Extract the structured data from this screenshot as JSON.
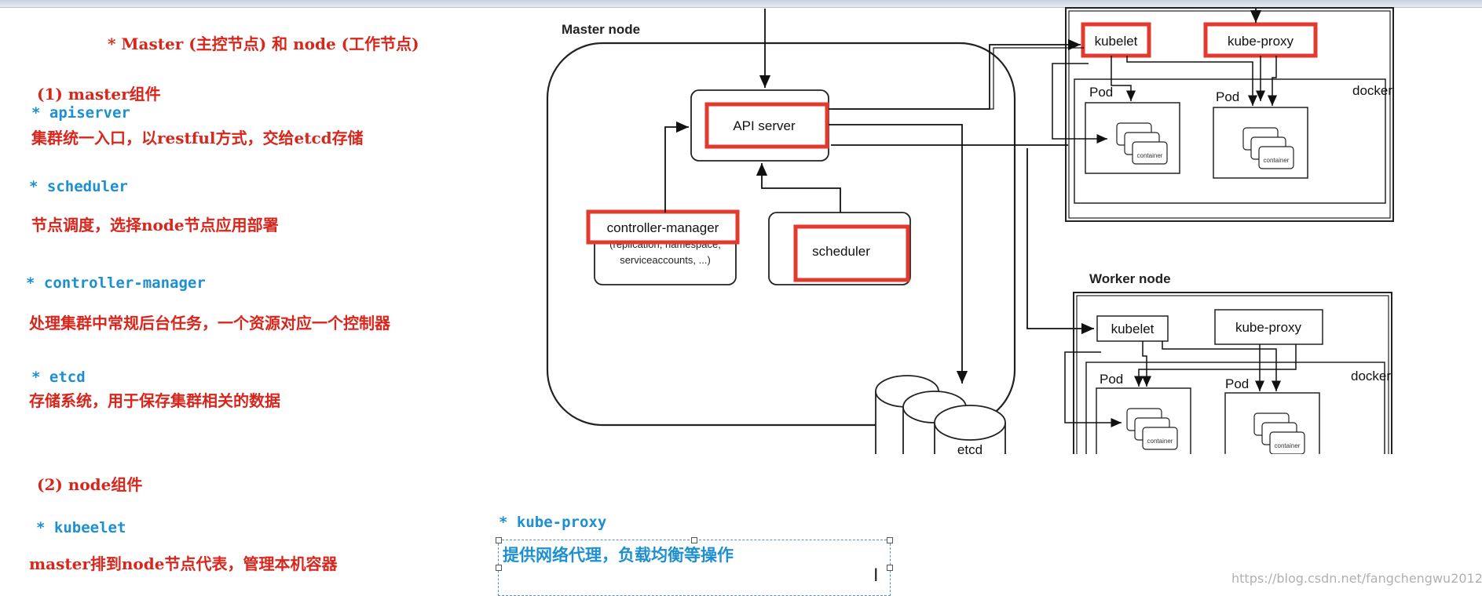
{
  "notes": {
    "title": "* Master  (主控节点) 和 node (工作节点)",
    "master_heading": "(1) master组件",
    "apiserver_name": "* apiserver",
    "apiserver_desc": "集群统一入口，以restful方式，交给etcd存储",
    "scheduler_name": "* scheduler",
    "scheduler_desc": "节点调度，选择node节点应用部署",
    "cm_name": "* controller-manager",
    "cm_desc": "处理集群中常规后台任务，一个资源对应一个控制器",
    "etcd_name": "* etcd",
    "etcd_desc": "存储系统，用于保存集群相关的数据",
    "node_heading": "(2) node组件",
    "kubelet_name": "* kubeelet",
    "kubelet_desc": "master排到node节点代表，管理本机容器",
    "kubeproxy_name": "* kube-proxy",
    "kubeproxy_desc": "提供网络代理，负载均衡等操作"
  },
  "diagram": {
    "master_node_label": "Master node",
    "api_server": "API server",
    "controller_manager": "controller-manager",
    "cm_subtext_1": "(replication, namespace,",
    "cm_subtext_2": "serviceaccounts, ...)",
    "scheduler": "scheduler",
    "etcd": "etcd",
    "worker_node_label": "Worker node",
    "kubelet": "kubelet",
    "kube_proxy": "kube-proxy",
    "pod": "Pod",
    "docker": "docker",
    "container": "container"
  },
  "watermark": "https://blog.csdn.net/fangchengwu2012",
  "colors": {
    "red": "#d8261c",
    "blue": "#1e8fd0",
    "highlight": "#e23a2e"
  }
}
